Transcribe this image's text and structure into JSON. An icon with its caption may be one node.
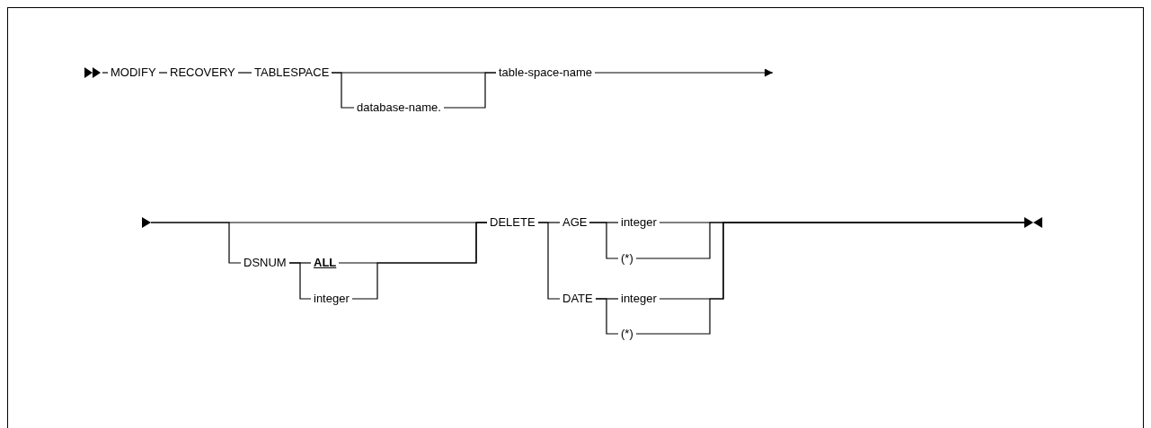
{
  "diagram": {
    "nodes": [
      {
        "text": [],
        "shape": "triangles"
      },
      {
        "text": [
          "MODIFY"
        ]
      },
      {
        "text": [
          "RECOVERY"
        ]
      },
      {
        "text": [
          "TABLESPACE"
        ]
      },
      {
        "text": [
          "database-name."
        ]
      },
      {
        "text": [
          "table-space-name"
        ]
      },
      {
        "text": [],
        "shape": "triangle"
      },
      {
        "text": [
          "DSNUM"
        ]
      },
      {
        "text": [
          "ALL"
        ]
      },
      {
        "text": [
          "integer"
        ]
      },
      {
        "text": [
          "DELETE"
        ]
      },
      {
        "text": [
          "AGE"
        ]
      },
      {
        "text": [
          "integer"
        ]
      },
      {
        "text": [
          "(*)"
        ]
      },
      {
        "text": [
          "DATE"
        ]
      },
      {
        "text": [
          "integer"
        ]
      },
      {
        "text": [
          "(*)"
        ]
      },
      {
        "text": [],
        "shape": "triangles"
      }
    ],
    "edges": [
      {
        "from": 0,
        "to": 1,
        "arrow": "none"
      },
      {
        "from": 1,
        "to": 2,
        "arrow": "none"
      },
      {
        "from": 2,
        "to": 3,
        "arrow": "none"
      },
      {
        "from": 3,
        "to": 4,
        "arrow": "none"
      },
      {
        "from": 3,
        "to": 5,
        "arrow": "none"
      },
      {
        "from": 4,
        "to": 5,
        "arrow": "none"
      },
      {
        "from": 5,
        "to": null,
        "arrow": "to"
      },
      {
        "from": 6,
        "to": 7,
        "arrow": "none"
      },
      {
        "from": 6,
        "to": 10,
        "arrow": "none"
      },
      {
        "from": 7,
        "to": 8,
        "arrow": "none"
      },
      {
        "from": 7,
        "to": 9,
        "arrow": "none"
      },
      {
        "from": 8,
        "to": 10,
        "arrow": "none"
      },
      {
        "from": 9,
        "to": 10,
        "arrow": "none"
      },
      {
        "from": 10,
        "to": 11,
        "arrow": "none"
      },
      {
        "from": 10,
        "to": 14,
        "arrow": "none"
      },
      {
        "from": 11,
        "to": 12,
        "arrow": "none"
      },
      {
        "from": 11,
        "to": 13,
        "arrow": "none"
      },
      {
        "from": 12,
        "to": 17,
        "arrow": "none"
      },
      {
        "from": 13,
        "to": 17,
        "arrow": "none"
      },
      {
        "from": 14,
        "to": 15,
        "arrow": "none"
      },
      {
        "from": 14,
        "to": 16,
        "arrow": "none"
      },
      {
        "from": 15,
        "to": 17,
        "arrow": "none"
      },
      {
        "from": 16,
        "to": 17,
        "arrow": "none"
      }
    ]
  }
}
